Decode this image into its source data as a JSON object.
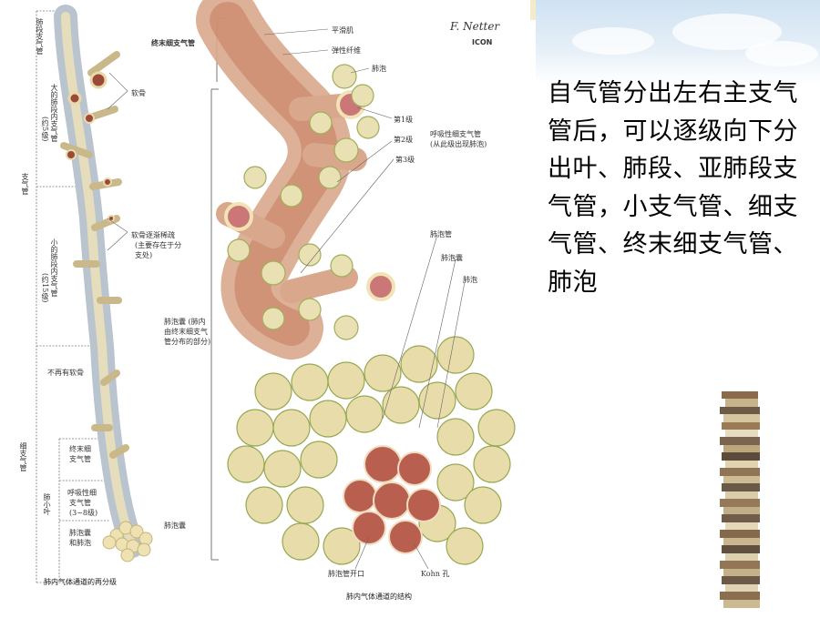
{
  "slide": {
    "main_text": "自气管分出左右主支气管后，可以逐级向下分出叶、肺段、亚肺段支气管，小支气管、细支气管、终末细支气管、肺泡"
  },
  "figure": {
    "logo": "F. Netter",
    "logo_sub": "ICON",
    "left_labels": {
      "segment_bronchus": "肺段支气管",
      "cartilage": "软骨",
      "large_intrapulmonary": "大的肺段内支气管",
      "large_gen": "(约5级)",
      "bronchi": "支气管",
      "small_intrapulmonary": "小的肺段内支气管",
      "small_gen": "(约15级)",
      "cartilage_sparse_1": "软骨逐渐稀疏",
      "cartilage_sparse_2": "(主要存在于分",
      "cartilage_sparse_3": "支处)",
      "no_cartilage": "不再有软骨",
      "bronchioles": "细支气管",
      "lobule": "肺小叶",
      "terminal_1": "终末细",
      "terminal_2": "支气管",
      "respiratory_1": "呼吸性细",
      "respiratory_2": "支气管",
      "respiratory_3": "(3~8级)",
      "sacs_1": "肺泡囊",
      "sacs_2": "和肺泡",
      "sac_note_1": "肺泡囊 (肺内",
      "sac_note_2": "由终末细支气",
      "sac_note_3": "管分布的部分)",
      "alveolar_sac": "肺泡囊"
    },
    "right_labels": {
      "terminal_bronchiole": "终末细支气管",
      "smooth_muscle": "平滑肌",
      "elastic_fibers": "弹性纤维",
      "alveolus_top": "肺泡",
      "gen1": "第1级",
      "gen2": "第2级",
      "gen3": "第3级",
      "respiratory_bronchiole_1": "呼吸性细支气管",
      "respiratory_bronchiole_2": "(从此级出现肺泡)",
      "alveolar_duct": "肺泡管",
      "alveolar_sac": "肺泡囊",
      "alveolus": "肺泡",
      "duct_opening": "肺泡管开口",
      "kohn": "Kohn 孔"
    },
    "caption_left": "肺内气体通道的再分级",
    "caption_right": "肺内气体通道的结构"
  }
}
